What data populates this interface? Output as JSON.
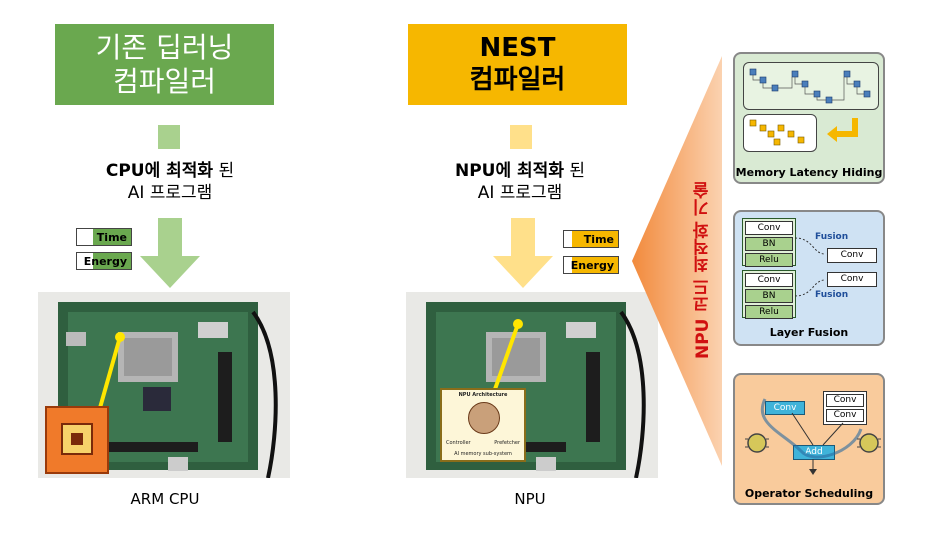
{
  "left_column": {
    "title_line1": "기존 딥러닝",
    "title_line2": "컴파일러",
    "desc_bold": "CPU에 최적화",
    "desc_rest": " 된",
    "desc_line2": "AI 프로그램",
    "time_label": "Time",
    "energy_label": "Energy",
    "caption": "ARM CPU"
  },
  "right_column": {
    "title_line1": "NEST",
    "title_line2": "컴파일러",
    "desc_bold": "NPU에 최적화",
    "desc_rest": " 된",
    "desc_line2": "AI 프로그램",
    "time_label": "Time",
    "energy_label": "Energy",
    "caption": "NPU",
    "npu_box_title": "NPU Architecture",
    "npu_box_left": "Controller",
    "npu_box_right": "Prefetcher",
    "npu_box_bottom": "AI memory sub-system"
  },
  "side_label": "NPU 코드 최적화 기술",
  "panels": {
    "memory": {
      "label": "Memory Latency Hiding"
    },
    "fusion": {
      "label": "Layer Fusion",
      "conv": "Conv",
      "bn": "BN",
      "relu": "Relu",
      "fusion": "Fusion"
    },
    "scheduling": {
      "label": "Operator Scheduling",
      "conv": "Conv",
      "add": "Add"
    }
  },
  "colors": {
    "green": "#6aa84f",
    "yellow": "#f6b700",
    "orange_arrow": "#f08030",
    "panel_green": "#d9ead3",
    "panel_blue": "#cfe2f3",
    "panel_orange": "#f9cb9c"
  }
}
